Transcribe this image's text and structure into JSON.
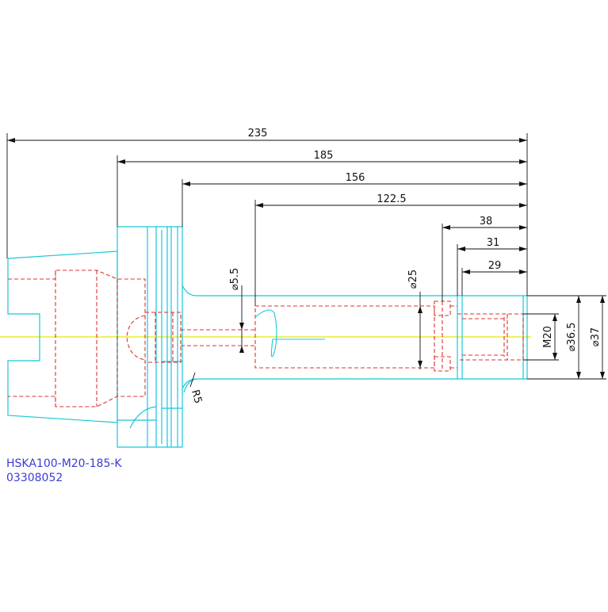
{
  "dimensions": {
    "d235": "235",
    "d185": "185",
    "d156": "156",
    "d122": "122.5",
    "d38": "38",
    "d31": "31",
    "d29": "29",
    "dia55": "⌀5.5",
    "dia25": "⌀25",
    "m20": "M20",
    "dia365": "⌀36.5",
    "dia37": "⌀37",
    "r5": "R5"
  },
  "part": {
    "name": "HSKA100-M20-185-K",
    "number": "03308052"
  },
  "colors": {
    "outline": "#19c8d8",
    "hidden": "#e03030",
    "centerline": "#e8e800",
    "dimension": "#111111",
    "label": "#3b3bd6"
  }
}
